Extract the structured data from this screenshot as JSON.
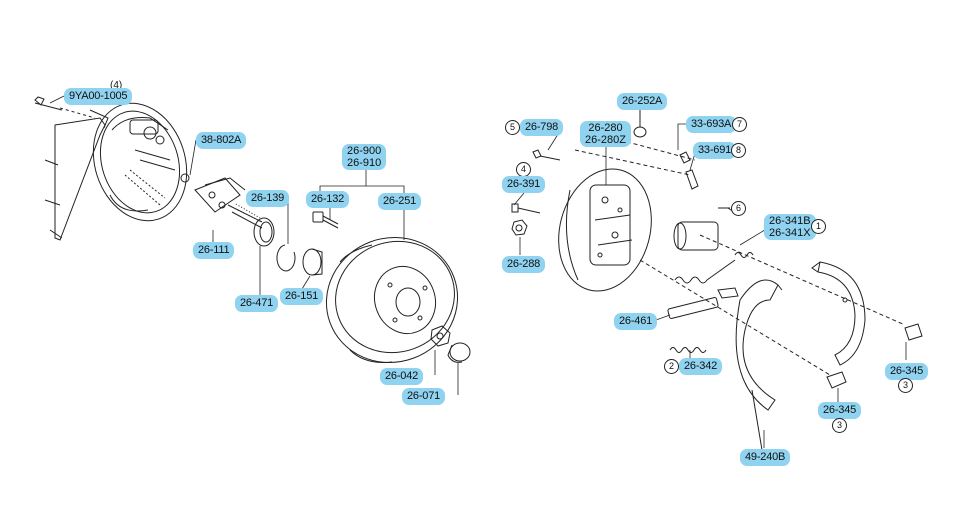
{
  "left_group": {
    "bolt_qty": "(4)",
    "bolt": "9YA00-1005",
    "part_38802a": "38-802A",
    "part_26111": "26-111",
    "part_26139": "26-139",
    "part_26132": "26-132",
    "part_26900": "26-900",
    "part_26910": "26-910",
    "part_26251": "26-251",
    "part_26471": "26-471",
    "part_26151": "26-151",
    "part_26042": "26-042",
    "part_26071": "26-071"
  },
  "right_group": {
    "qty_5": "5",
    "part_26798": "26-798",
    "part_26280": "26-280",
    "part_26280z": "26-280Z",
    "part_26252a": "26-252A",
    "part_33693a": "33-693A",
    "qty_7": "7",
    "part_33691": "33-691",
    "qty_8": "8",
    "qty_4": "4",
    "part_26391": "26-391",
    "part_26288": "26-288",
    "qty_6": "6",
    "part_26341b": "26-341B",
    "part_26341x": "26-341X",
    "qty_1": "1",
    "part_26461": "26-461",
    "qty_2": "2",
    "part_26342": "26-342",
    "part_26345_right": "26-345",
    "qty_3_right": "3",
    "part_26345_mid": "26-345",
    "qty_3_mid": "3",
    "part_49240b": "49-240B"
  },
  "colors": {
    "label_bg": "#8fd3f0",
    "line": "#222222"
  }
}
